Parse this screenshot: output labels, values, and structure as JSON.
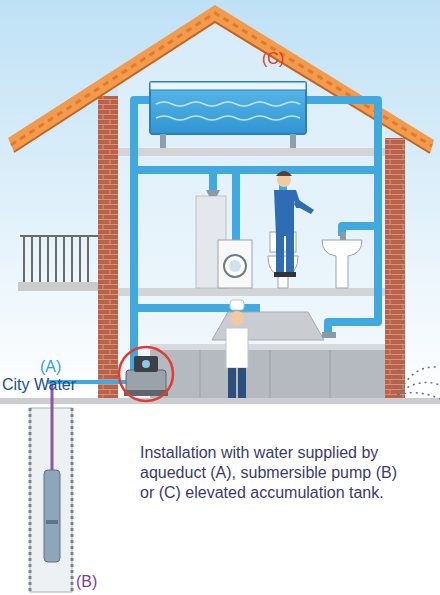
{
  "diagram": {
    "caption": "Installation with water supplied by aqueduct (A), submersible pump (B) or (C) elevated accumulation tank.",
    "labels": [
      "(C)",
      "(A)",
      "City Water",
      "(B)"
    ]
  }
}
